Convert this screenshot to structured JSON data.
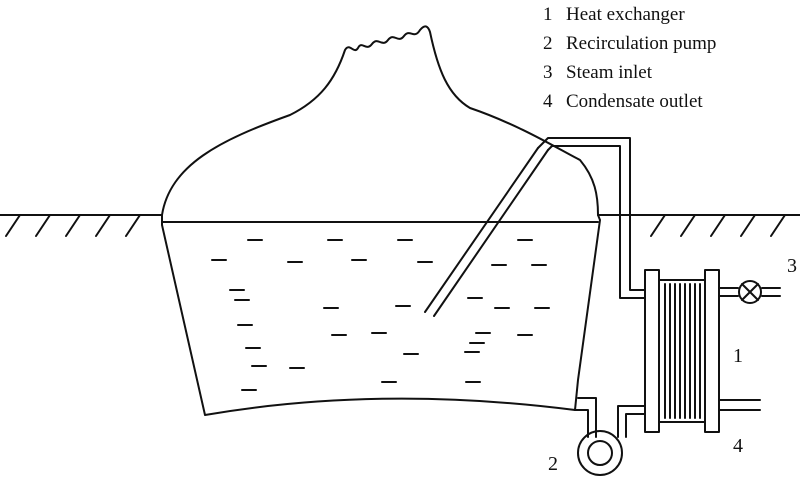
{
  "legend": [
    {
      "number": "1",
      "label": "Heat exchanger"
    },
    {
      "number": "2",
      "label": "Recirculation pump"
    },
    {
      "number": "3",
      "label": "Steam inlet"
    },
    {
      "number": "4",
      "label": "Condensate outlet"
    }
  ],
  "callouts": {
    "heat_exchanger": "1",
    "recirculation_pump": "2",
    "steam_inlet": "3",
    "condensate_outlet": "4"
  },
  "colors": {
    "line": "#111111",
    "background": "#ffffff"
  }
}
